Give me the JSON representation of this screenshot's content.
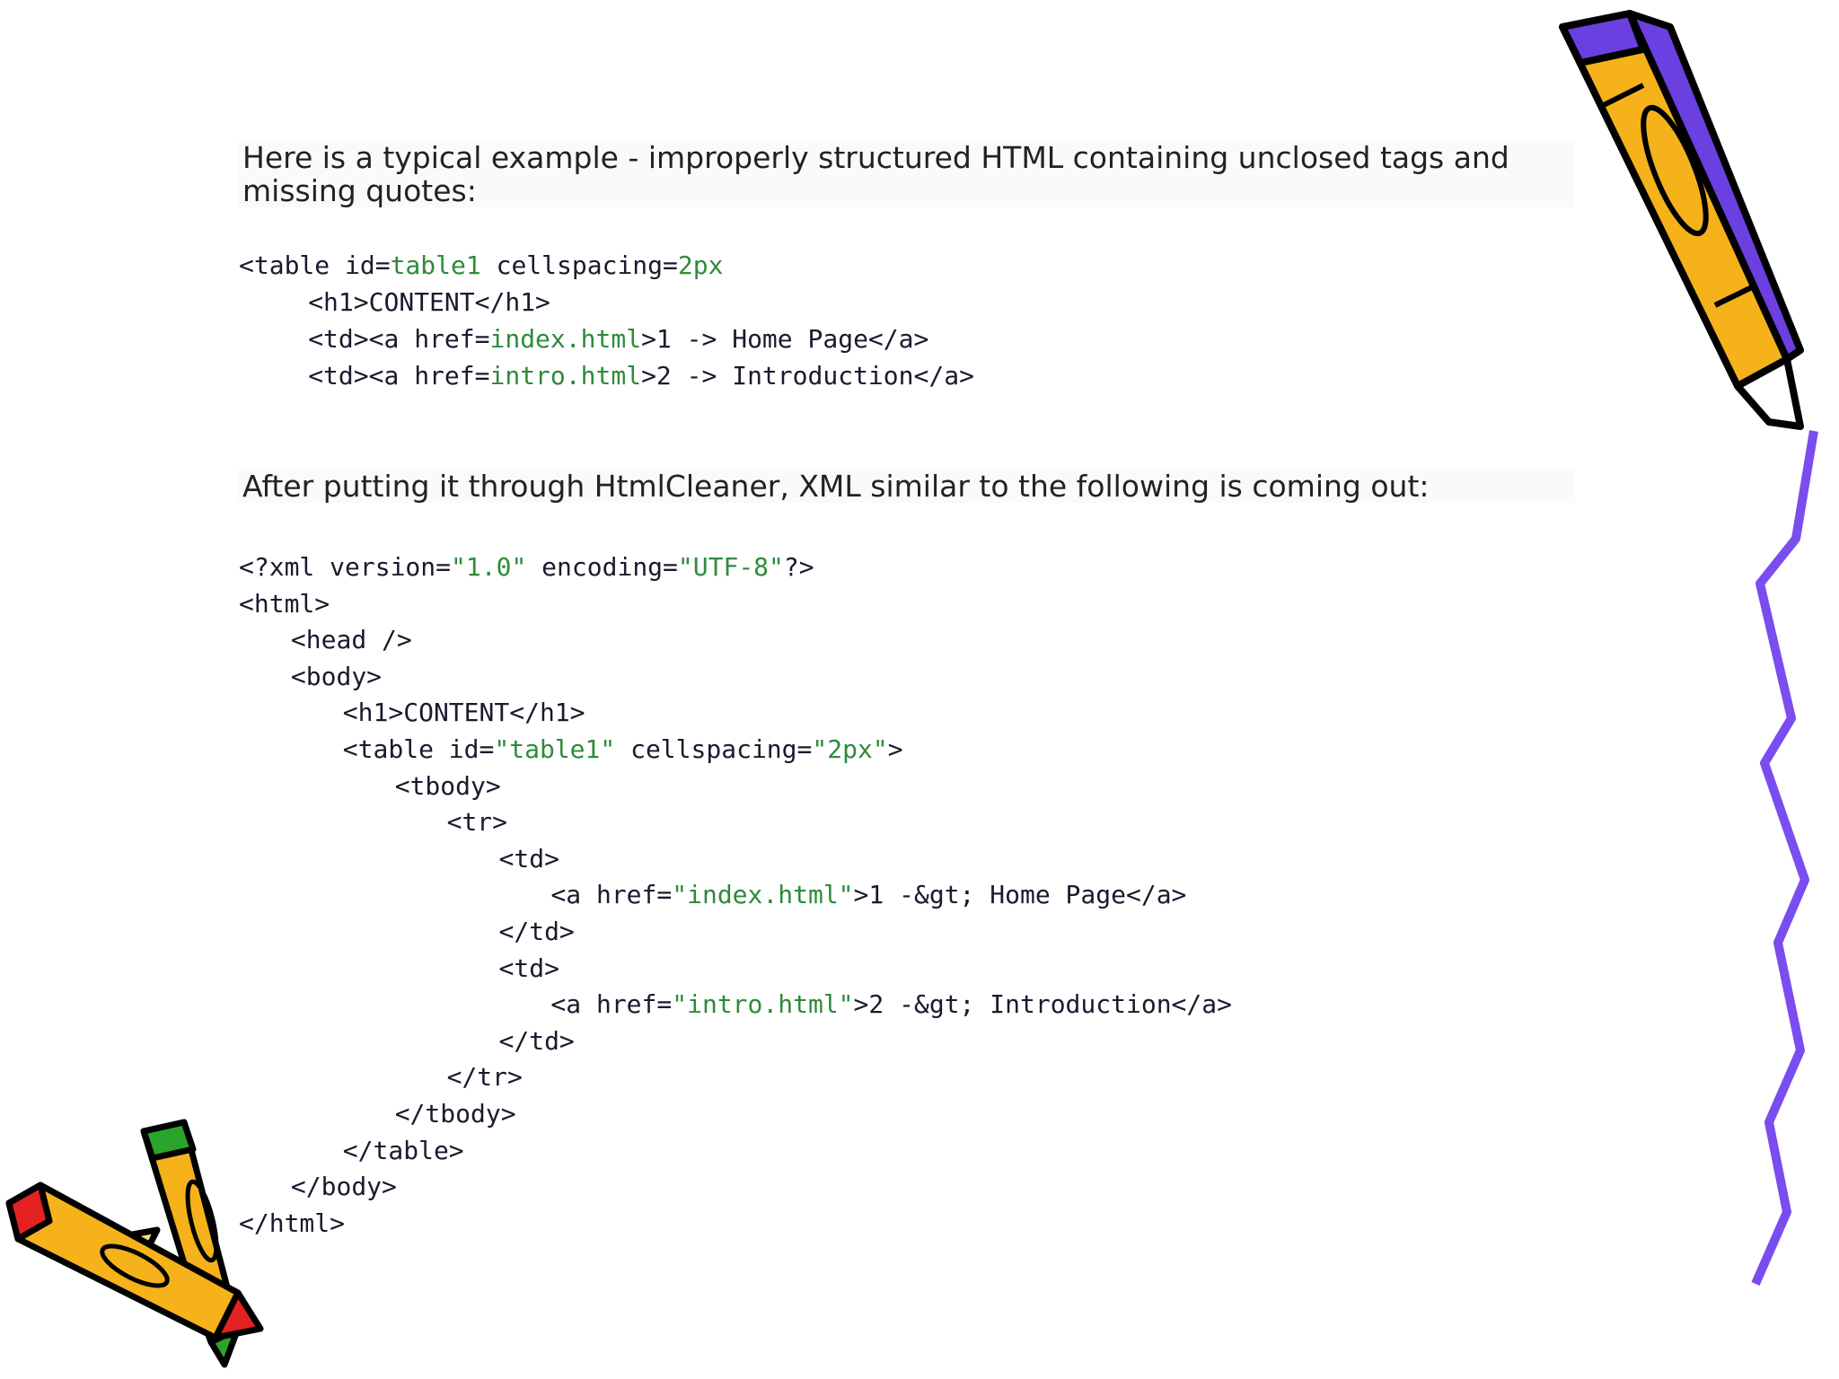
{
  "intro_text": "Here is a typical example - improperly structured HTML containing unclosed tags and missing quotes:",
  "after_text": "After putting it through HtmlCleaner, XML similar to the following is coming out:",
  "input_code": [
    {
      "indent": 0,
      "segments": [
        {
          "t": "<table id=",
          "c": "tag"
        },
        {
          "t": "table1",
          "c": "val"
        },
        {
          "t": " cellspacing=",
          "c": "tag"
        },
        {
          "t": "2px",
          "c": "val"
        }
      ]
    },
    {
      "indent": 4,
      "segments": [
        {
          "t": "<h1>CONTENT</h1>",
          "c": "tag"
        }
      ]
    },
    {
      "indent": 4,
      "segments": [
        {
          "t": "<td><a href=",
          "c": "tag"
        },
        {
          "t": "index.html",
          "c": "val"
        },
        {
          "t": ">1 -> Home Page</a>",
          "c": "tag"
        }
      ]
    },
    {
      "indent": 4,
      "segments": [
        {
          "t": "<td><a href=",
          "c": "tag"
        },
        {
          "t": "intro.html",
          "c": "val"
        },
        {
          "t": ">2 -> Introduction</a>",
          "c": "tag"
        }
      ]
    }
  ],
  "output_code": [
    {
      "indent": 0,
      "segments": [
        {
          "t": "<?xml version=",
          "c": "tag"
        },
        {
          "t": "\"1.0\"",
          "c": "val"
        },
        {
          "t": " encoding=",
          "c": "tag"
        },
        {
          "t": "\"UTF-8\"",
          "c": "val"
        },
        {
          "t": "?>",
          "c": "tag"
        }
      ]
    },
    {
      "indent": 0,
      "segments": [
        {
          "t": "<html>",
          "c": "tag"
        }
      ]
    },
    {
      "indent": 3,
      "segments": [
        {
          "t": "<head />",
          "c": "tag"
        }
      ]
    },
    {
      "indent": 3,
      "segments": [
        {
          "t": "<body>",
          "c": "tag"
        }
      ]
    },
    {
      "indent": 6,
      "segments": [
        {
          "t": "<h1>CONTENT</h1>",
          "c": "tag"
        }
      ]
    },
    {
      "indent": 6,
      "segments": [
        {
          "t": "<table id=",
          "c": "tag"
        },
        {
          "t": "\"table1\"",
          "c": "val"
        },
        {
          "t": " cellspacing=",
          "c": "tag"
        },
        {
          "t": "\"2px\"",
          "c": "val"
        },
        {
          "t": ">",
          "c": "tag"
        }
      ]
    },
    {
      "indent": 9,
      "segments": [
        {
          "t": "<tbody>",
          "c": "tag"
        }
      ]
    },
    {
      "indent": 12,
      "segments": [
        {
          "t": "<tr>",
          "c": "tag"
        }
      ]
    },
    {
      "indent": 15,
      "segments": [
        {
          "t": "<td>",
          "c": "tag"
        }
      ]
    },
    {
      "indent": 18,
      "segments": [
        {
          "t": "<a href=",
          "c": "tag"
        },
        {
          "t": "\"index.html\"",
          "c": "val"
        },
        {
          "t": ">1 -&gt; Home Page</a>",
          "c": "tag"
        }
      ]
    },
    {
      "indent": 15,
      "segments": [
        {
          "t": "</td>",
          "c": "tag"
        }
      ]
    },
    {
      "indent": 15,
      "segments": [
        {
          "t": "<td>",
          "c": "tag"
        }
      ]
    },
    {
      "indent": 18,
      "segments": [
        {
          "t": "<a href=",
          "c": "tag"
        },
        {
          "t": "\"intro.html\"",
          "c": "val"
        },
        {
          "t": ">2 -&gt; Introduction</a>",
          "c": "tag"
        }
      ]
    },
    {
      "indent": 15,
      "segments": [
        {
          "t": "</td>",
          "c": "tag"
        }
      ]
    },
    {
      "indent": 12,
      "segments": [
        {
          "t": "</tr>",
          "c": "tag"
        }
      ]
    },
    {
      "indent": 9,
      "segments": [
        {
          "t": "</tbody>",
          "c": "tag"
        }
      ]
    },
    {
      "indent": 6,
      "segments": [
        {
          "t": "</table>",
          "c": "tag"
        }
      ]
    },
    {
      "indent": 3,
      "segments": [
        {
          "t": "</body>",
          "c": "tag"
        }
      ]
    },
    {
      "indent": 0,
      "segments": [
        {
          "t": "</html>",
          "c": "tag"
        }
      ]
    }
  ],
  "colors": {
    "code_text": "#1a1a2e",
    "code_value": "#2e8b3a",
    "pencil_body": "#f5b21a",
    "pencil_accent": "#6b3fe0",
    "squiggle": "#7b4cf0",
    "crayon_red": "#e52222",
    "crayon_green": "#2aa52a"
  },
  "icons": [
    "pencil-clipart-icon",
    "crayons-clipart-icon",
    "squiggle-line-decoration"
  ]
}
